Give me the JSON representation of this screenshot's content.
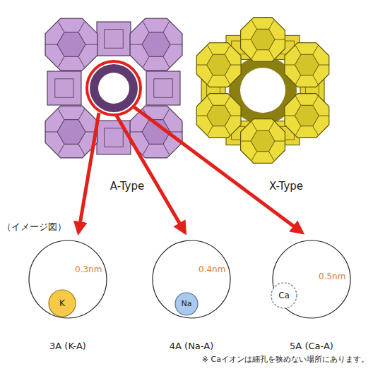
{
  "diagram": {
    "nodes": [
      {
        "text": [
          "0.3nm",
          "3A (K-A)"
        ]
      },
      {
        "text": [
          "K"
        ],
        "in": 0
      },
      {
        "text": [
          "0.4nm",
          "4A (Na-A)"
        ]
      },
      {
        "text": [
          "Na"
        ],
        "in": 2
      },
      {
        "text": [
          "0.5nm",
          "5A (Ca-A)"
        ]
      },
      {
        "text": [
          "Ca"
        ],
        "in": 4
      }
    ],
    "labels": [
      "A-Type",
      "X-Type",
      "（イメージ図）",
      "※ Caイオンは細孔を狭めない場所にあります。"
    ]
  }
}
